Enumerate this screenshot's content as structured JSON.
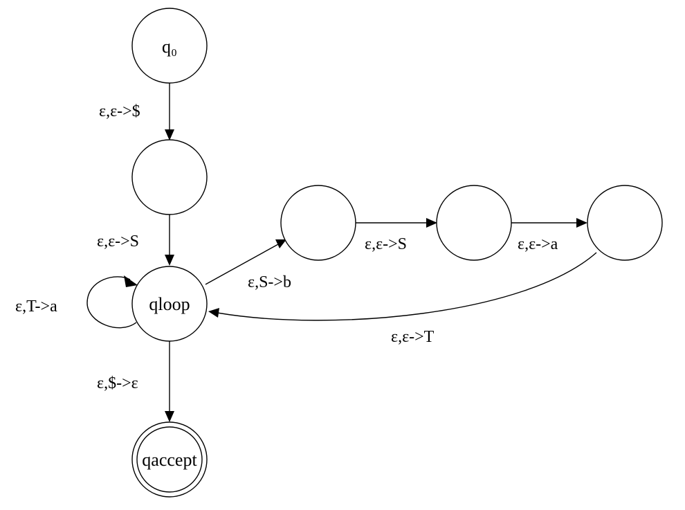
{
  "diagram": {
    "states": {
      "q0": {
        "label": "q₀"
      },
      "q1": {
        "label": ""
      },
      "qloop": {
        "label": "qloop"
      },
      "r1": {
        "label": ""
      },
      "r2": {
        "label": ""
      },
      "r3": {
        "label": ""
      },
      "qaccept": {
        "label": "qaccept",
        "accepting": true
      }
    },
    "transitions": {
      "q0_q1": {
        "label": "ε,ε->$"
      },
      "q1_qloop": {
        "label": "ε,ε->S"
      },
      "qloop_self": {
        "label": "ε,T->a"
      },
      "qloop_r1": {
        "label": "ε,S->b"
      },
      "r1_r2": {
        "label": "ε,ε->S"
      },
      "r2_r3": {
        "label": "ε,ε->a"
      },
      "r3_qloop": {
        "label": "ε,ε->T"
      },
      "qloop_qaccept": {
        "label": "ε,$->ε"
      }
    }
  }
}
